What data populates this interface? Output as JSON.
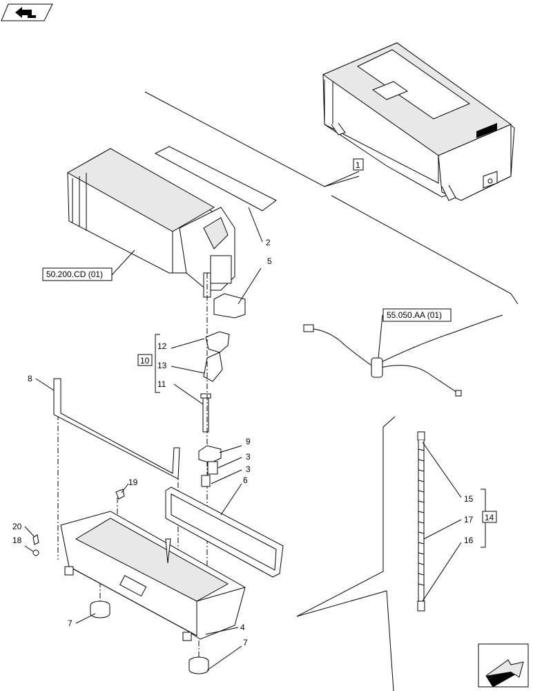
{
  "nav": {
    "back_icon": "back-arrow-icon",
    "next_icon": "next-arrow-icon"
  },
  "callouts": {
    "c1": "1",
    "c2": "2",
    "c3a": "3",
    "c3b": "3",
    "c4": "4",
    "c5": "5",
    "c6": "6",
    "c7a": "7",
    "c7b": "7",
    "c8": "8",
    "c9": "9",
    "c10": "10",
    "c11": "11",
    "c12": "12",
    "c13": "13",
    "c14": "14",
    "c15": "15",
    "c16": "16",
    "c17": "17",
    "c18": "18",
    "c19": "19",
    "c20": "20"
  },
  "references": {
    "evaporator": "50.200.CD (01)",
    "harness": "55.050.AA (01)"
  }
}
